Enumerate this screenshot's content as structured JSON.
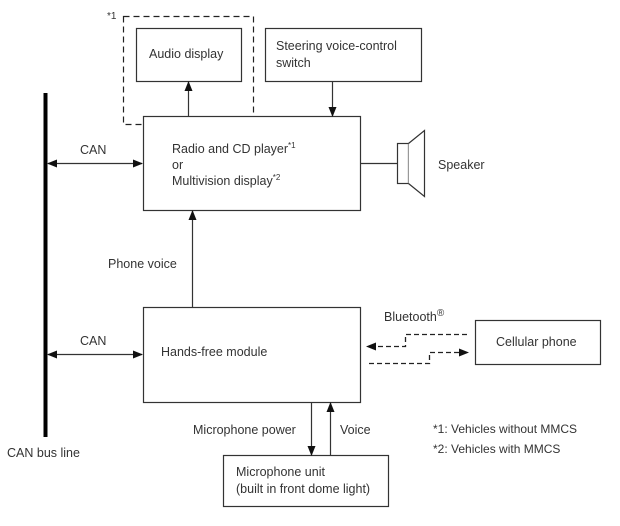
{
  "diagram": {
    "bus": {
      "label": "CAN bus line"
    },
    "boxes": {
      "audio_display": {
        "label": "Audio display",
        "group_marker": "*1"
      },
      "steering_switch": {
        "line1": "Steering voice-control",
        "line2": "switch"
      },
      "radio": {
        "line1": "Radio and CD player",
        "line1_note": "*1",
        "line2": "or",
        "line3": "Multivision display",
        "line3_note": "*2"
      },
      "speaker": {
        "label": "Speaker"
      },
      "hands_free": {
        "label": "Hands-free module"
      },
      "cellular": {
        "label": "Cellular phone"
      },
      "microphone": {
        "line1": "Microphone unit",
        "line2": "(built in front dome light)"
      }
    },
    "connections": {
      "can_radio": "CAN",
      "can_hands_free": "CAN",
      "phone_voice": "Phone voice",
      "bluetooth": "Bluetooth",
      "bluetooth_mark": "®",
      "mic_power": "Microphone power",
      "voice": "Voice"
    },
    "footnotes": [
      "*1: Vehicles without MMCS",
      "*2: Vehicles with MMCS"
    ],
    "colors": {
      "line": "#333333",
      "bus": "#000000",
      "text": "#333333"
    }
  }
}
